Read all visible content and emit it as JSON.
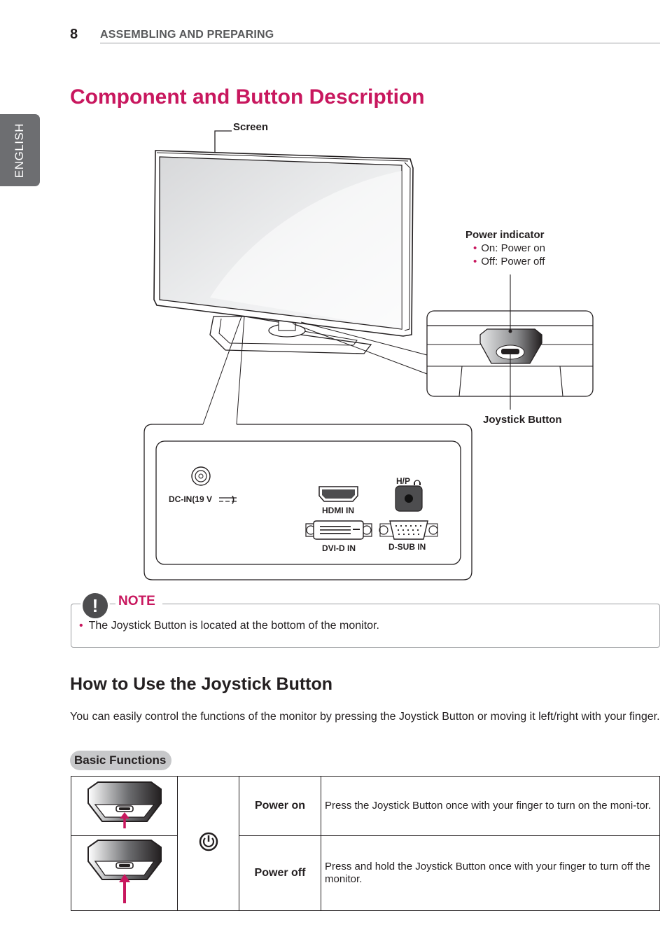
{
  "header": {
    "page_number": "8",
    "section": "ASSEMBLING AND PREPARING"
  },
  "side_tab": {
    "label": "ENGLISH"
  },
  "title": "Component and Button Description",
  "diagram": {
    "screen_label": "Screen",
    "power_indicator": {
      "title": "Power indicator",
      "items": [
        "On: Power on",
        "Off: Power off"
      ]
    },
    "joystick_label": "Joystick Button",
    "ports": {
      "dc_in": "DC-IN(19 V",
      "dc_in_close": ")",
      "hp": "H/P",
      "hdmi": "HDMI IN",
      "dvi": "DVI-D IN",
      "dsub": "D-SUB IN"
    }
  },
  "note": {
    "icon": "exclamation-icon",
    "label": "NOTE",
    "items": [
      "The Joystick Button is located at the bottom of the monitor."
    ]
  },
  "how_to": {
    "title": "How to Use the Joystick Button",
    "intro": "You can easily control the functions of the monitor by pressing the Joystick Button or moving it left/right with your finger.",
    "badge": "Basic Functions",
    "rows": [
      {
        "name": "Power on",
        "desc": "Press the Joystick Button once with your finger to turn on the moni-tor."
      },
      {
        "name": "Power off",
        "desc": "Press and hold the Joystick Button once with your finger to turn off the monitor."
      }
    ],
    "icon": "power-icon"
  },
  "colors": {
    "accent": "#c8175e",
    "tab_gray": "#6d6e71",
    "badge_gray": "#c7c8ca"
  }
}
